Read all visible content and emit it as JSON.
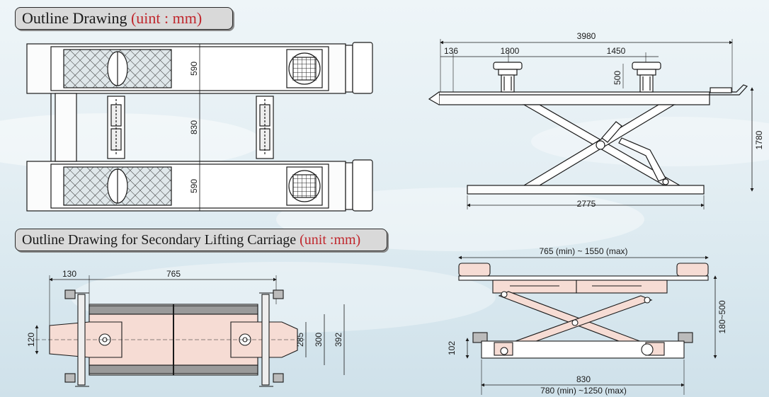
{
  "titles": {
    "outline": {
      "text": "Outline Drawing ",
      "unit": "(uint : mm)"
    },
    "secondary": {
      "text": "Outline Drawing for Secondary Lifting Carriage ",
      "unit": "(unit :mm)"
    }
  },
  "colors": {
    "unit_red": "#c0272d",
    "carriage_fill": "#f6dcd4",
    "line": "#1a1a1a"
  },
  "top_view": {
    "dims": {
      "platform_width_a": "590",
      "gap": "830",
      "platform_width_b": "590"
    }
  },
  "side_view": {
    "dims": {
      "overall_length": "3980",
      "seg_a": "136",
      "seg_b": "1800",
      "seg_c": "1450",
      "block_height": "500",
      "total_height": "1780",
      "base_length": "2775"
    }
  },
  "carriage_top": {
    "dims": {
      "left_offset": "130",
      "length": "765",
      "left_height": "120",
      "inner_width": "285",
      "mid_width": "300",
      "outer_width": "392"
    }
  },
  "carriage_side": {
    "dims": {
      "extension": "765 (min) ~ 1550 (max)",
      "height_range": "180~500",
      "base_height": "102",
      "base_length": "830",
      "bottom_range": "780 (min) ~1250 (max)"
    }
  }
}
